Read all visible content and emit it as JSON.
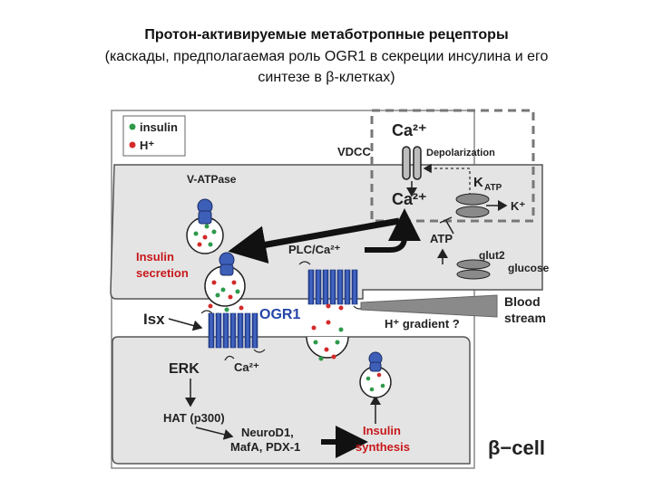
{
  "title": {
    "line1": "Протон-активируемые метаботропные рецепторы",
    "line2": "(каскады, предполагаемая роль OGR1 в секреции инсулина и его",
    "line3": "синтезе в β-клетках)"
  },
  "legend": {
    "insulin": "insulin",
    "h_plus": "H⁺"
  },
  "labels": {
    "ca_top": "Ca²⁺",
    "vdcc": "VDCC",
    "depolarization": "Depolarization",
    "katp": "K",
    "katp_sub": "ATP",
    "k_plus": "K⁺",
    "ca_mid": "Ca²⁺",
    "v_atpase": "V-ATPase",
    "atp": "ATP",
    "glut2": "glut2",
    "glucose": "glucose",
    "insulin_secretion_1": "Insulin",
    "insulin_secretion_2": "secretion",
    "plc_ca": "PLC/Ca²⁺",
    "isx": "Isx",
    "ogr1": "OGR1",
    "blood_1": "Blood",
    "blood_2": "stream",
    "h_gradient": "H⁺ gradient ?",
    "erk": "ERK",
    "ca_erk": "Ca²⁺",
    "hat": "HAT (p300)",
    "neurod1_1": "NeuroD1,",
    "neurod1_2": "MafA, PDX-1",
    "insulin_synthesis_1": "Insulin",
    "insulin_synthesis_2": "synthesis",
    "beta_cell": "β−cell"
  },
  "colors": {
    "cell_fill": "#e6e6e6",
    "receptor": "#2a4aa8",
    "h_red": "#d42a2a",
    "insulin_green": "#2e9a4a",
    "text_red": "#c8181b",
    "ogr1_blue": "#2446a8"
  }
}
